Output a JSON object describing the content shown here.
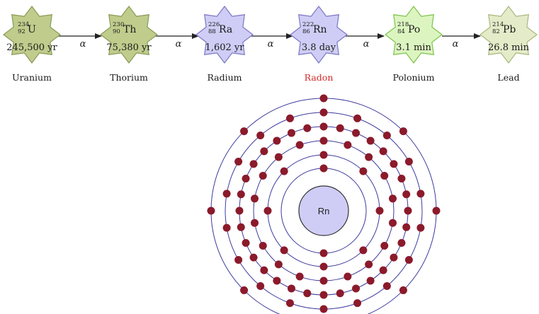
{
  "decay_chain": [
    {
      "mass": "234",
      "atomic": "92",
      "symbol": "U",
      "half_life": "245,500 yr",
      "name": "Uranium",
      "fill": "#bfcc8c",
      "stroke": "#8a9a55"
    },
    {
      "mass": "230",
      "atomic": "90",
      "symbol": "Th",
      "half_life": "75,380 yr",
      "name": "Thorium",
      "fill": "#bfcc8c",
      "stroke": "#8a9a55"
    },
    {
      "mass": "226",
      "atomic": "88",
      "symbol": "Ra",
      "half_life": "1,602 yr",
      "name": "Radium",
      "fill": "#cfcdf5",
      "stroke": "#7b76c4"
    },
    {
      "mass": "222",
      "atomic": "86",
      "symbol": "Rn",
      "half_life": "3.8 day",
      "name": "Radon",
      "fill": "#cfcdf5",
      "stroke": "#7b76c4",
      "name_color": "#d42a2a"
    },
    {
      "mass": "218",
      "atomic": "84",
      "symbol": "Po",
      "half_life": "3.1 min",
      "name": "Polonium",
      "fill": "#dcf5c0",
      "stroke": "#7cc24a"
    },
    {
      "mass": "214",
      "atomic": "82",
      "symbol": "Pb",
      "half_life": "26.8 min",
      "name": "Lead",
      "fill": "#e4ebc9",
      "stroke": "#a9b77d"
    }
  ],
  "decay_label": "α",
  "atom": {
    "nucleus_label": "Rn",
    "nucleus_fill": "#cfcdf5",
    "shell_color": "#3d3a9e",
    "electron_color": "#8b1a2b",
    "electrons_per_shell": [
      2,
      8,
      18,
      32,
      18,
      8
    ]
  }
}
